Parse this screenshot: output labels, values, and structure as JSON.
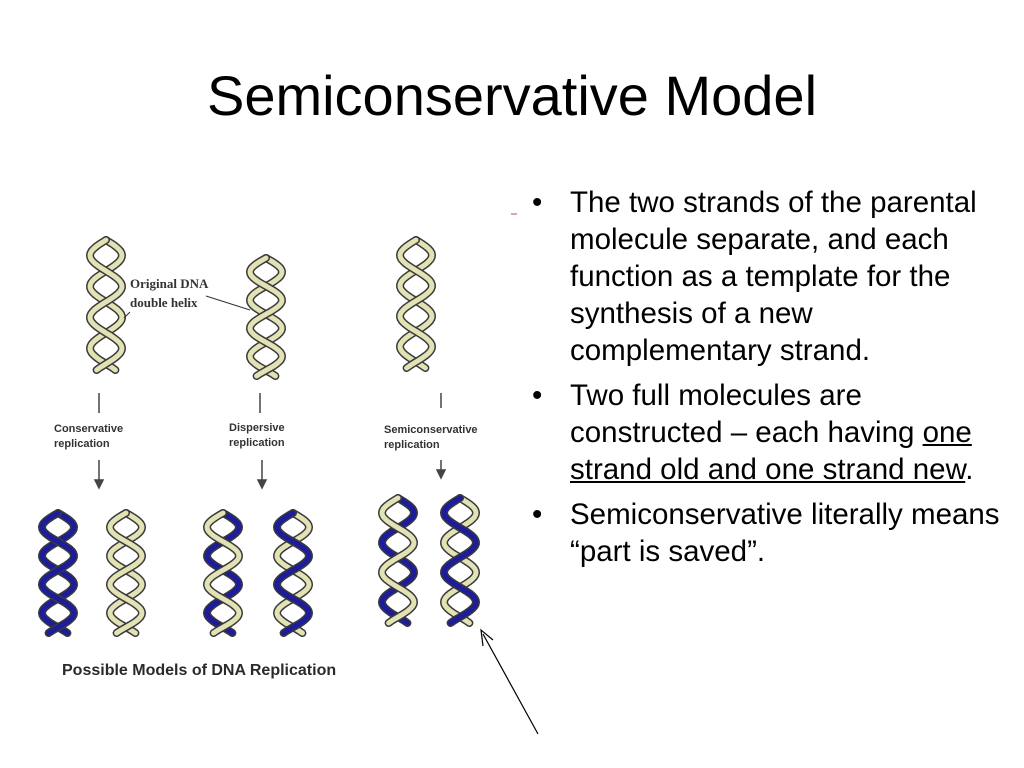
{
  "slide": {
    "title": "Semiconservative Model"
  },
  "figure": {
    "original_label_line1": "Original DNA",
    "original_label_line2": "double helix",
    "models": [
      {
        "label_line1": "Conservative",
        "label_line2": "replication"
      },
      {
        "label_line1": "Dispersive",
        "label_line2": "replication"
      },
      {
        "label_line1": "Semiconservative",
        "label_line2": "replication"
      }
    ],
    "caption": "Possible Models of DNA Replication",
    "colors": {
      "old_strand": "#e2e2b4",
      "new_strand": "#1c1c9c",
      "outline": "#3a3a3a"
    }
  },
  "bullets": [
    {
      "text": "The two strands of the parental molecule separate, and each function as a template for the synthesis of a new complementary strand."
    },
    {
      "before": "Two full molecules are constructed – each having ",
      "underlined": "one strand old and one strand new",
      "after": "."
    },
    {
      "text": "Semiconservative literally means “part is saved”."
    }
  ],
  "bullet_symbol": "•"
}
